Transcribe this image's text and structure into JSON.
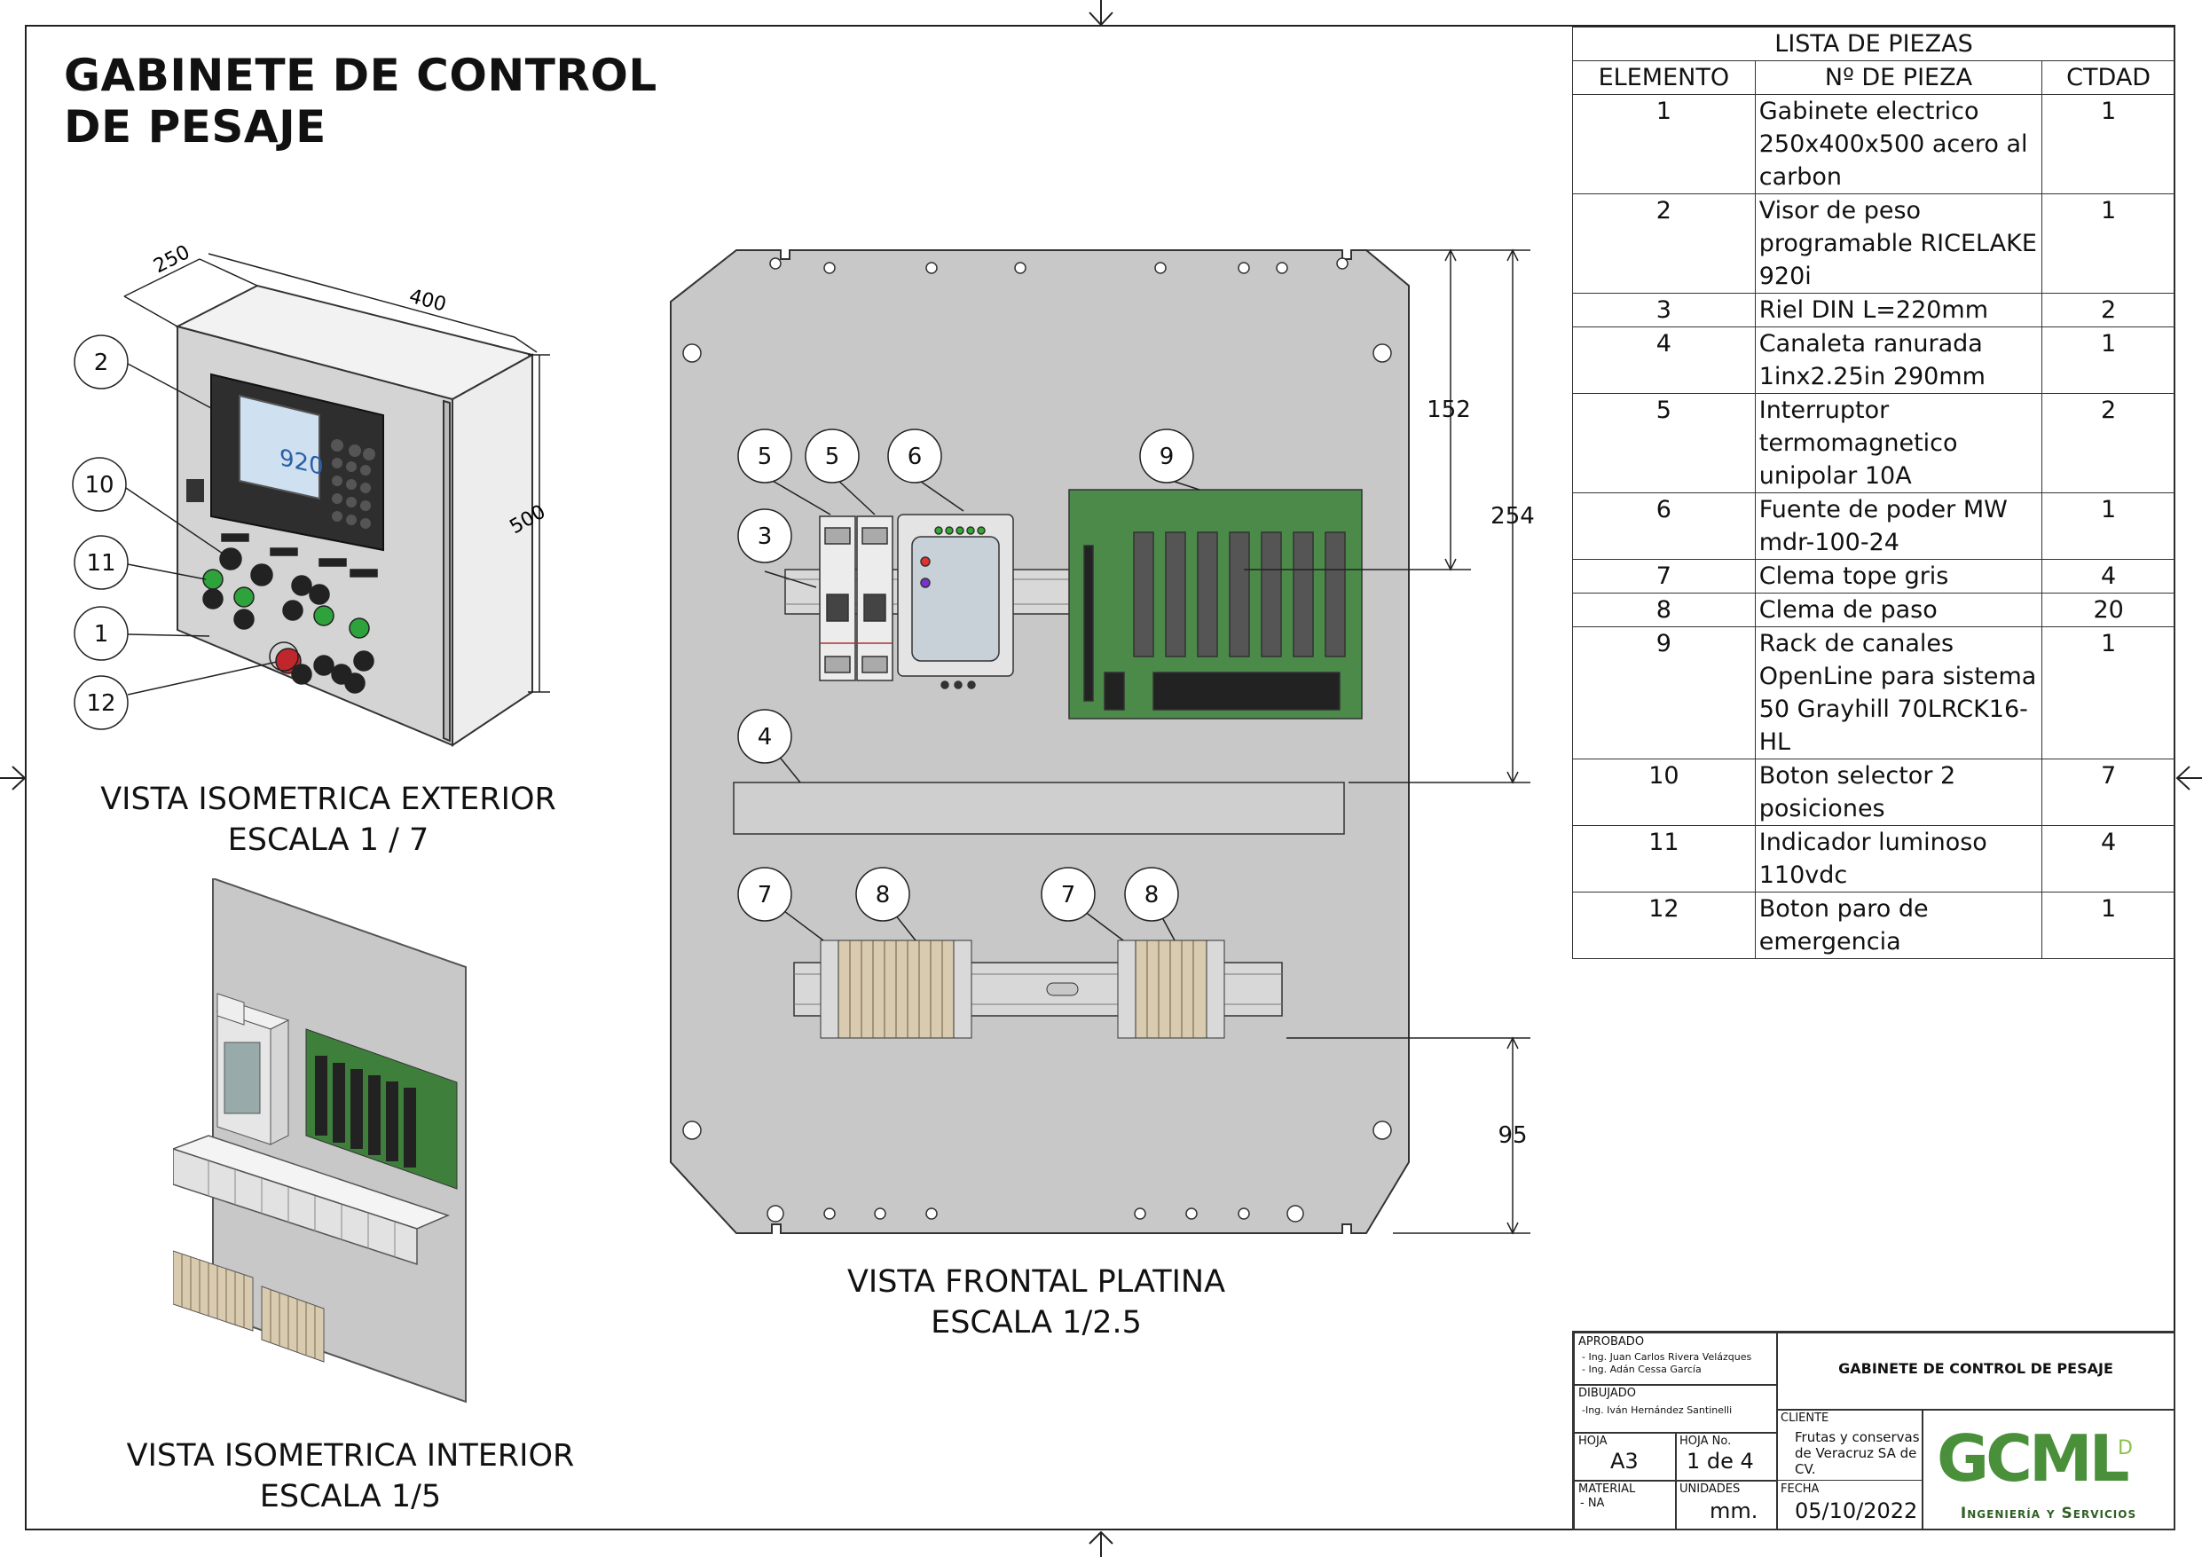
{
  "title": {
    "line1": "GABINETE DE CONTROL",
    "line2": "DE PESAJE"
  },
  "views": {
    "iso_exterior": {
      "name": "VISTA ISOMETRICA EXTERIOR",
      "scale": "ESCALA 1 / 7"
    },
    "iso_interior": {
      "name": "VISTA ISOMETRICA INTERIOR",
      "scale": "ESCALA 1/5"
    },
    "frontal": {
      "name": "VISTA FRONTAL PLATINA",
      "scale": "ESCALA 1/2.5"
    }
  },
  "iso_dimensions": {
    "width": "250",
    "depth": "400",
    "height": "500"
  },
  "iso_display_text": "920",
  "iso_balloons": [
    "2",
    "10",
    "11",
    "1",
    "12"
  ],
  "plate_dimensions": {
    "d1": "152",
    "d2": "254",
    "d3": "95"
  },
  "plate_balloons": [
    "5",
    "5",
    "6",
    "9",
    "3",
    "4",
    "7",
    "8",
    "7",
    "8"
  ],
  "parts_list": {
    "title": "LISTA DE PIEZAS",
    "headers": [
      "ELEMENTO",
      "Nº DE PIEZA",
      "CTDAD"
    ],
    "rows": [
      {
        "item": "1",
        "part": [
          "Gabinete electrico",
          "250x400x500 acero al",
          "carbon"
        ],
        "qty": "1"
      },
      {
        "item": "2",
        "part": [
          "Visor de peso",
          "programable RICELAKE",
          "920i"
        ],
        "qty": "1"
      },
      {
        "item": "3",
        "part": [
          "Riel DIN L=220mm"
        ],
        "qty": "2"
      },
      {
        "item": "4",
        "part": [
          "Canaleta ranurada",
          "1inx2.25in 290mm"
        ],
        "qty": "1"
      },
      {
        "item": "5",
        "part": [
          "Interruptor",
          "termomagnetico",
          "unipolar 10A"
        ],
        "qty": "2"
      },
      {
        "item": "6",
        "part": [
          "Fuente de poder MW",
          "mdr-100-24"
        ],
        "qty": "1"
      },
      {
        "item": "7",
        "part": [
          "Clema tope gris"
        ],
        "qty": "4"
      },
      {
        "item": "8",
        "part": [
          "Clema de paso"
        ],
        "qty": "20"
      },
      {
        "item": "9",
        "part": [
          "Rack de canales",
          "OpenLine para sistema",
          "50 Grayhill 70LRCK16-HL"
        ],
        "qty": "1"
      },
      {
        "item": "10",
        "part": [
          "Boton selector 2",
          "posiciones"
        ],
        "qty": "7"
      },
      {
        "item": "11",
        "part": [
          "Indicador luminoso",
          "110vdc"
        ],
        "qty": "4"
      },
      {
        "item": "12",
        "part": [
          "Boton paro de",
          "emergencia"
        ],
        "qty": "1"
      }
    ]
  },
  "title_block": {
    "aprobado_label": "APROBADO",
    "aprobado_1": "- Ing. Juan Carlos Rivera Velázques",
    "aprobado_2": "- Ing. Adán Cessa García",
    "dibujado_label": "DIBUJADO",
    "dibujado": "-Ing. Iván Hernández Santinelli",
    "drawing_title": "GABINETE DE CONTROL DE PESAJE",
    "cliente_label": "CLIENTE",
    "cliente_1": "Frutas y conservas",
    "cliente_2": "de Veracruz SA de",
    "cliente_3": "CV.",
    "hoja_label": "HOJA",
    "hoja": "A3",
    "hoja_no_label": "HOJA No.",
    "hoja_no": "1 de 4",
    "material_label": "MATERIAL",
    "material": "- NA",
    "unidades_label": "UNIDADES",
    "unidades": "mm.",
    "fecha_label": "FECHA",
    "fecha": "05/10/2022",
    "logo_text": "GCML",
    "logo_sub": "D",
    "company": "Ingeniería y Servicios"
  },
  "colors": {
    "plate": "#c8c8c8",
    "board": "#4c8a4a",
    "line": "#222222",
    "logo_green": "#7cb342"
  }
}
